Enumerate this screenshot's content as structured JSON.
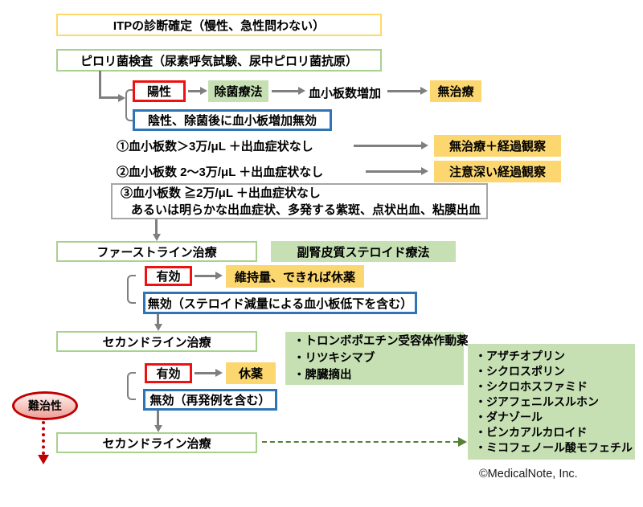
{
  "flow": {
    "title": "ITPの診断確定（慢性、急性問わない）",
    "pylori": "ピロリ菌検査（尿素呼気試験、尿中ピロリ菌抗原）",
    "positive": "陽性",
    "eradication": "除菌療法",
    "platelet_inc": "血小板数増加",
    "no_treat": "無治療",
    "negative": "陰性、除菌後に血小板増加無効",
    "cond1": "①血小板数＞3万/μL ＋出血症状なし",
    "cond1_res": "無治療＋経過観察",
    "cond2": "②血小板数 2～3万/μL ＋出血症状なし",
    "cond2_res": "注意深い経過観察",
    "cond3_l1": "③血小板数 ≧2万/μL ＋出血症状なし",
    "cond3_l2": "あるいは明らかな出血症状、多発する紫斑、点状出血、粘膜出血",
    "firstline": "ファーストライン治療",
    "steroid": "副腎皮質ステロイド療法",
    "effective1": "有効",
    "maintain": "維持量、できれば休薬",
    "ineffective1": "無効（ステロイド減量による血小板低下を含む）",
    "secondline1": "セカンドライン治療",
    "second_options": [
      "・トロンボポエチン受容体作動薬",
      "・リツキシマブ",
      "・脾臓摘出"
    ],
    "effective2": "有効",
    "rest": "休薬",
    "ineffective2": "無効（再発例を含む）",
    "refractory": "難治性",
    "secondline2": "セカンドライン治療",
    "drugs": [
      "・アザチオプリン",
      "・シクロスポリン",
      "・シクロホスファミド",
      "・ジアフェニルスルホン",
      "・ダナゾール",
      "・ビンカアルカロイド",
      "・ミコフェノール酸モフェチル"
    ],
    "copyright": "©MedicalNote, Inc."
  },
  "colors": {
    "yellow_border": "#ffd966",
    "green_border": "#a9d18e",
    "red_border": "#ee1111",
    "blue_border": "#2e75b6",
    "gray_border": "#a6a6a6",
    "green_fill": "#c6e0b4",
    "yellow_fill": "#fcd66e",
    "arrow_gray": "#7f7f7f",
    "refractory_red": "#c00000",
    "dashed_green": "#538135"
  }
}
